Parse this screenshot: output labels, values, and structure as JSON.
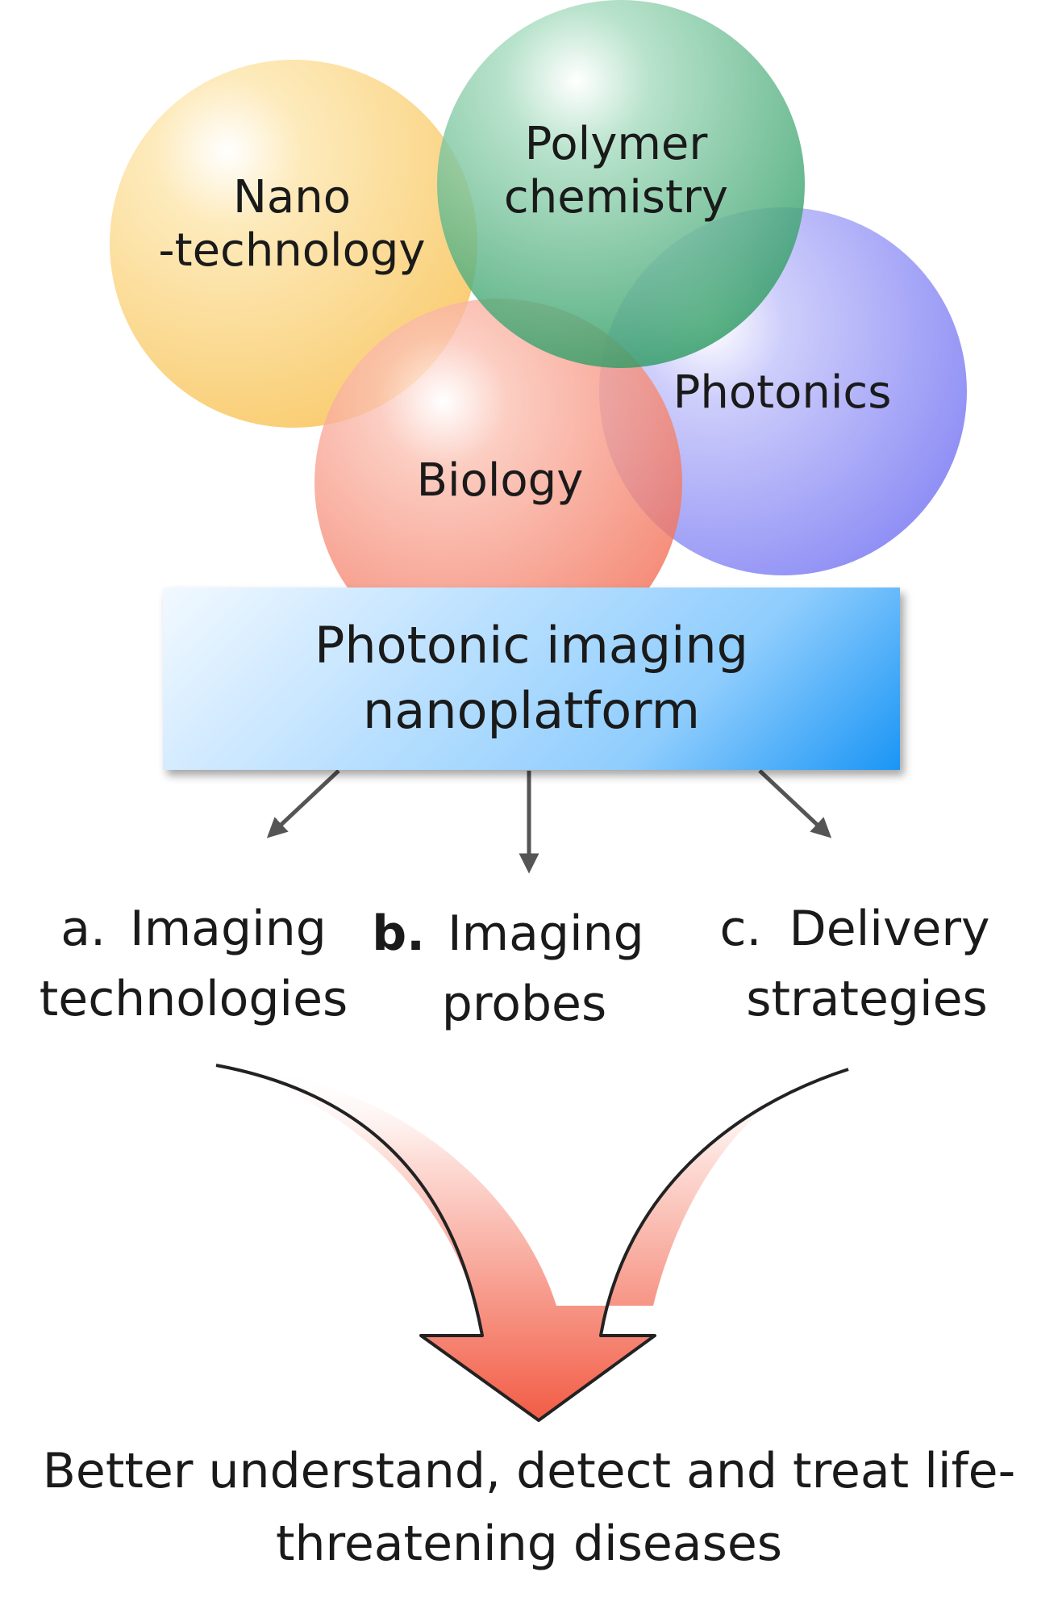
{
  "circles": [
    {
      "id": "nano",
      "label_lines": [
        "Nano",
        "-technology"
      ],
      "color": "#f9c850"
    },
    {
      "id": "polymer",
      "label_lines": [
        "Polymer",
        "chemistry"
      ],
      "color": "#3aa66e"
    },
    {
      "id": "photonics",
      "label_lines": [
        "Photonics"
      ],
      "color": "#7c7cf5"
    },
    {
      "id": "biology",
      "label_lines": [
        "Biology"
      ],
      "color": "#f4755c"
    }
  ],
  "platform": {
    "lines": [
      "Photonic imaging",
      "nanoplatform"
    ],
    "color": "#8fcdfd"
  },
  "items": [
    {
      "marker": "a.",
      "lines": [
        "Imaging",
        "technologies"
      ]
    },
    {
      "marker": "b.",
      "lines": [
        "Imaging",
        "probes"
      ]
    },
    {
      "marker": "c.",
      "lines": [
        "Delivery",
        "strategies"
      ]
    }
  ],
  "conclusion": {
    "lines": [
      "Better understand, detect and treat life-",
      "threatening diseases"
    ]
  },
  "arrow_color": "#f26a55"
}
